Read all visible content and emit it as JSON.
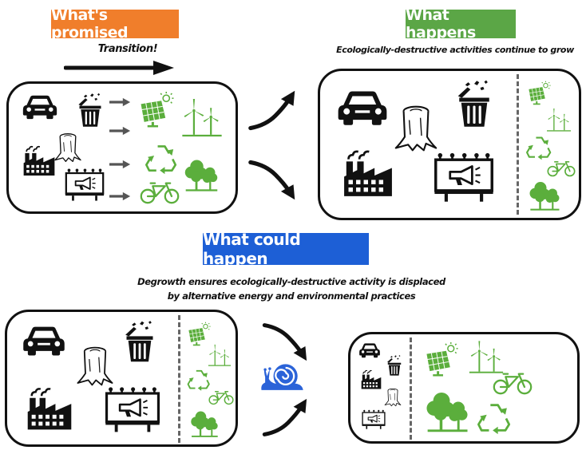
{
  "labels": {
    "promised": "What's promised",
    "happens": "What happens",
    "could_happen": "What could happen"
  },
  "captions": {
    "transition": "Transition!",
    "happens": "Ecologically-destructive activities continue to grow",
    "could_happen_line1": "Degrowth ensures ecologically-destructive activity is displaced",
    "could_happen_line2": "by alternative energy and environmental practices"
  },
  "colors": {
    "orange": "#F07E2B",
    "green": "#5BA646",
    "blue": "#1D5FD6",
    "black": "#111111",
    "icon_green": "#5BAE3C"
  },
  "icons": {
    "destructive": [
      "car-icon",
      "trash-can-icon",
      "tree-stump-icon",
      "factory-icon",
      "billboard-icon"
    ],
    "alternative": [
      "solar-panel-icon",
      "wind-turbine-icon",
      "recycle-icon",
      "trees-icon",
      "bicycle-icon"
    ],
    "other": [
      "arrow-right-icon",
      "curved-arrow-icon",
      "snail-icon"
    ]
  }
}
